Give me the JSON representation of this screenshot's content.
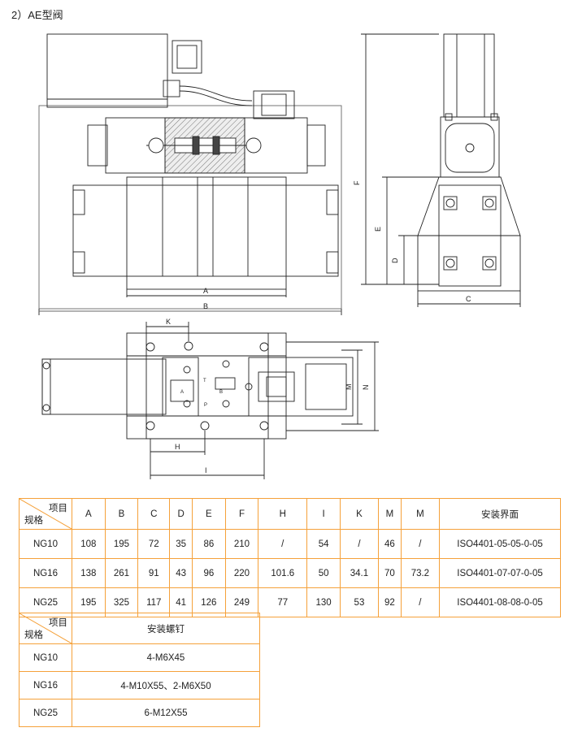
{
  "page_title": "2）AE型阀",
  "dim_labels": {
    "A": "A",
    "B": "B",
    "C": "C",
    "D": "D",
    "E": "E",
    "F": "F",
    "H": "H",
    "I": "I",
    "K": "K",
    "M": "M",
    "N": "N"
  },
  "port_labels": {
    "T": "T",
    "A": "A",
    "B": "B",
    "P": "P"
  },
  "spec_table": {
    "corner_top": "项目",
    "corner_bottom": "规格",
    "headers": [
      "A",
      "B",
      "C",
      "D",
      "E",
      "F",
      "H",
      "I",
      "K",
      "M",
      "M",
      "安装界面"
    ],
    "rows": [
      {
        "model": "NG10",
        "values": [
          "108",
          "195",
          "72",
          "35",
          "86",
          "210",
          "/",
          "54",
          "/",
          "46",
          "/",
          "ISO4401-05-05-0-05"
        ]
      },
      {
        "model": "NG16",
        "values": [
          "138",
          "261",
          "91",
          "43",
          "96",
          "220",
          "101.6",
          "50",
          "34.1",
          "70",
          "73.2",
          "ISO4401-07-07-0-05"
        ]
      },
      {
        "model": "NG25",
        "values": [
          "195",
          "325",
          "117",
          "41",
          "126",
          "249",
          "77",
          "130",
          "53",
          "92",
          "/",
          "ISO4401-08-08-0-05"
        ]
      }
    ]
  },
  "screw_table": {
    "corner_top": "项目",
    "corner_bottom": "规格",
    "header": "安装螺钉",
    "rows": [
      {
        "model": "NG10",
        "value": "4-M6X45"
      },
      {
        "model": "NG16",
        "value": "4-M10X55、2-M6X50"
      },
      {
        "model": "NG25",
        "value": "6-M12X55"
      }
    ]
  }
}
